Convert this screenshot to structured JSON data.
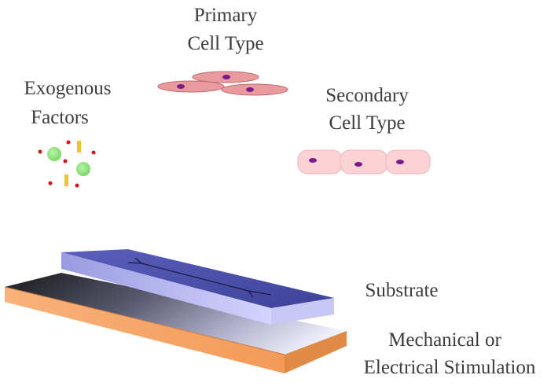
{
  "labels": {
    "primary_cell_line1": "Primary",
    "primary_cell_line2": "Cell Type",
    "secondary_cell_line1": "Secondary",
    "secondary_cell_line2": "Cell Type",
    "exogenous_line1": "Exogenous",
    "exogenous_line2": "Factors",
    "substrate": "Substrate",
    "stimulation_line1": "Mechanical or",
    "stimulation_line2": "Electrical Stimulation"
  },
  "colors": {
    "primary_cell_fill": "#e89a9c",
    "primary_cell_stroke": "#c46a6e",
    "secondary_cell_fill": "#fbd2d6",
    "secondary_cell_stroke": "#efb4bb",
    "nucleus": "#7b1a8a",
    "factor_green": "#8fe37a",
    "factor_yellow": "#f2c230",
    "factor_red": "#d8141a",
    "substrate_top": "#4a4fa8",
    "substrate_front": "#b8b8f0",
    "base_top_dark": "#2a2a30",
    "base_top_light": "#f4f4ff",
    "base_front": "#f6a565",
    "text": "#3c3c3c"
  }
}
